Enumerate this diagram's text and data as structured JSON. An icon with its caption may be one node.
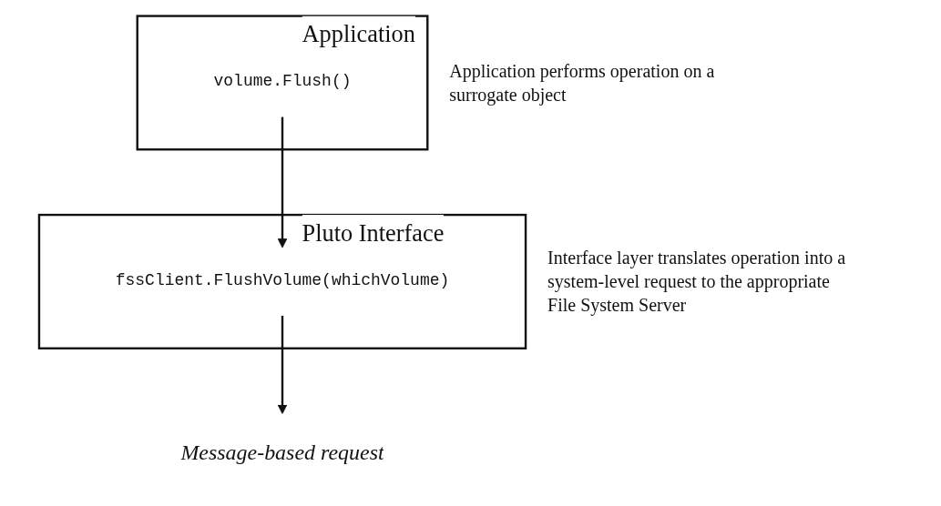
{
  "diagram": {
    "nodes": [
      {
        "text": [
          "Application"
        ],
        "beside": [
          "Application performs operation on a surrogate object"
        ]
      },
      {
        "text": [
          "volume.Flush()"
        ],
        "in": 0
      },
      {
        "text": [
          "Pluto Interface"
        ],
        "beside": [
          "Interface layer translates operation into a system-level request to the appropriate File System Server"
        ]
      },
      {
        "text": [
          "fssClient.FlushVolume(whichVolume)"
        ],
        "in": 2
      },
      {
        "text": [
          "Message-based request"
        ]
      }
    ],
    "edges": [
      {
        "from": 1,
        "to": 3,
        "arrow": "to"
      },
      {
        "from": 3,
        "to": 4,
        "arrow": "to"
      }
    ]
  }
}
